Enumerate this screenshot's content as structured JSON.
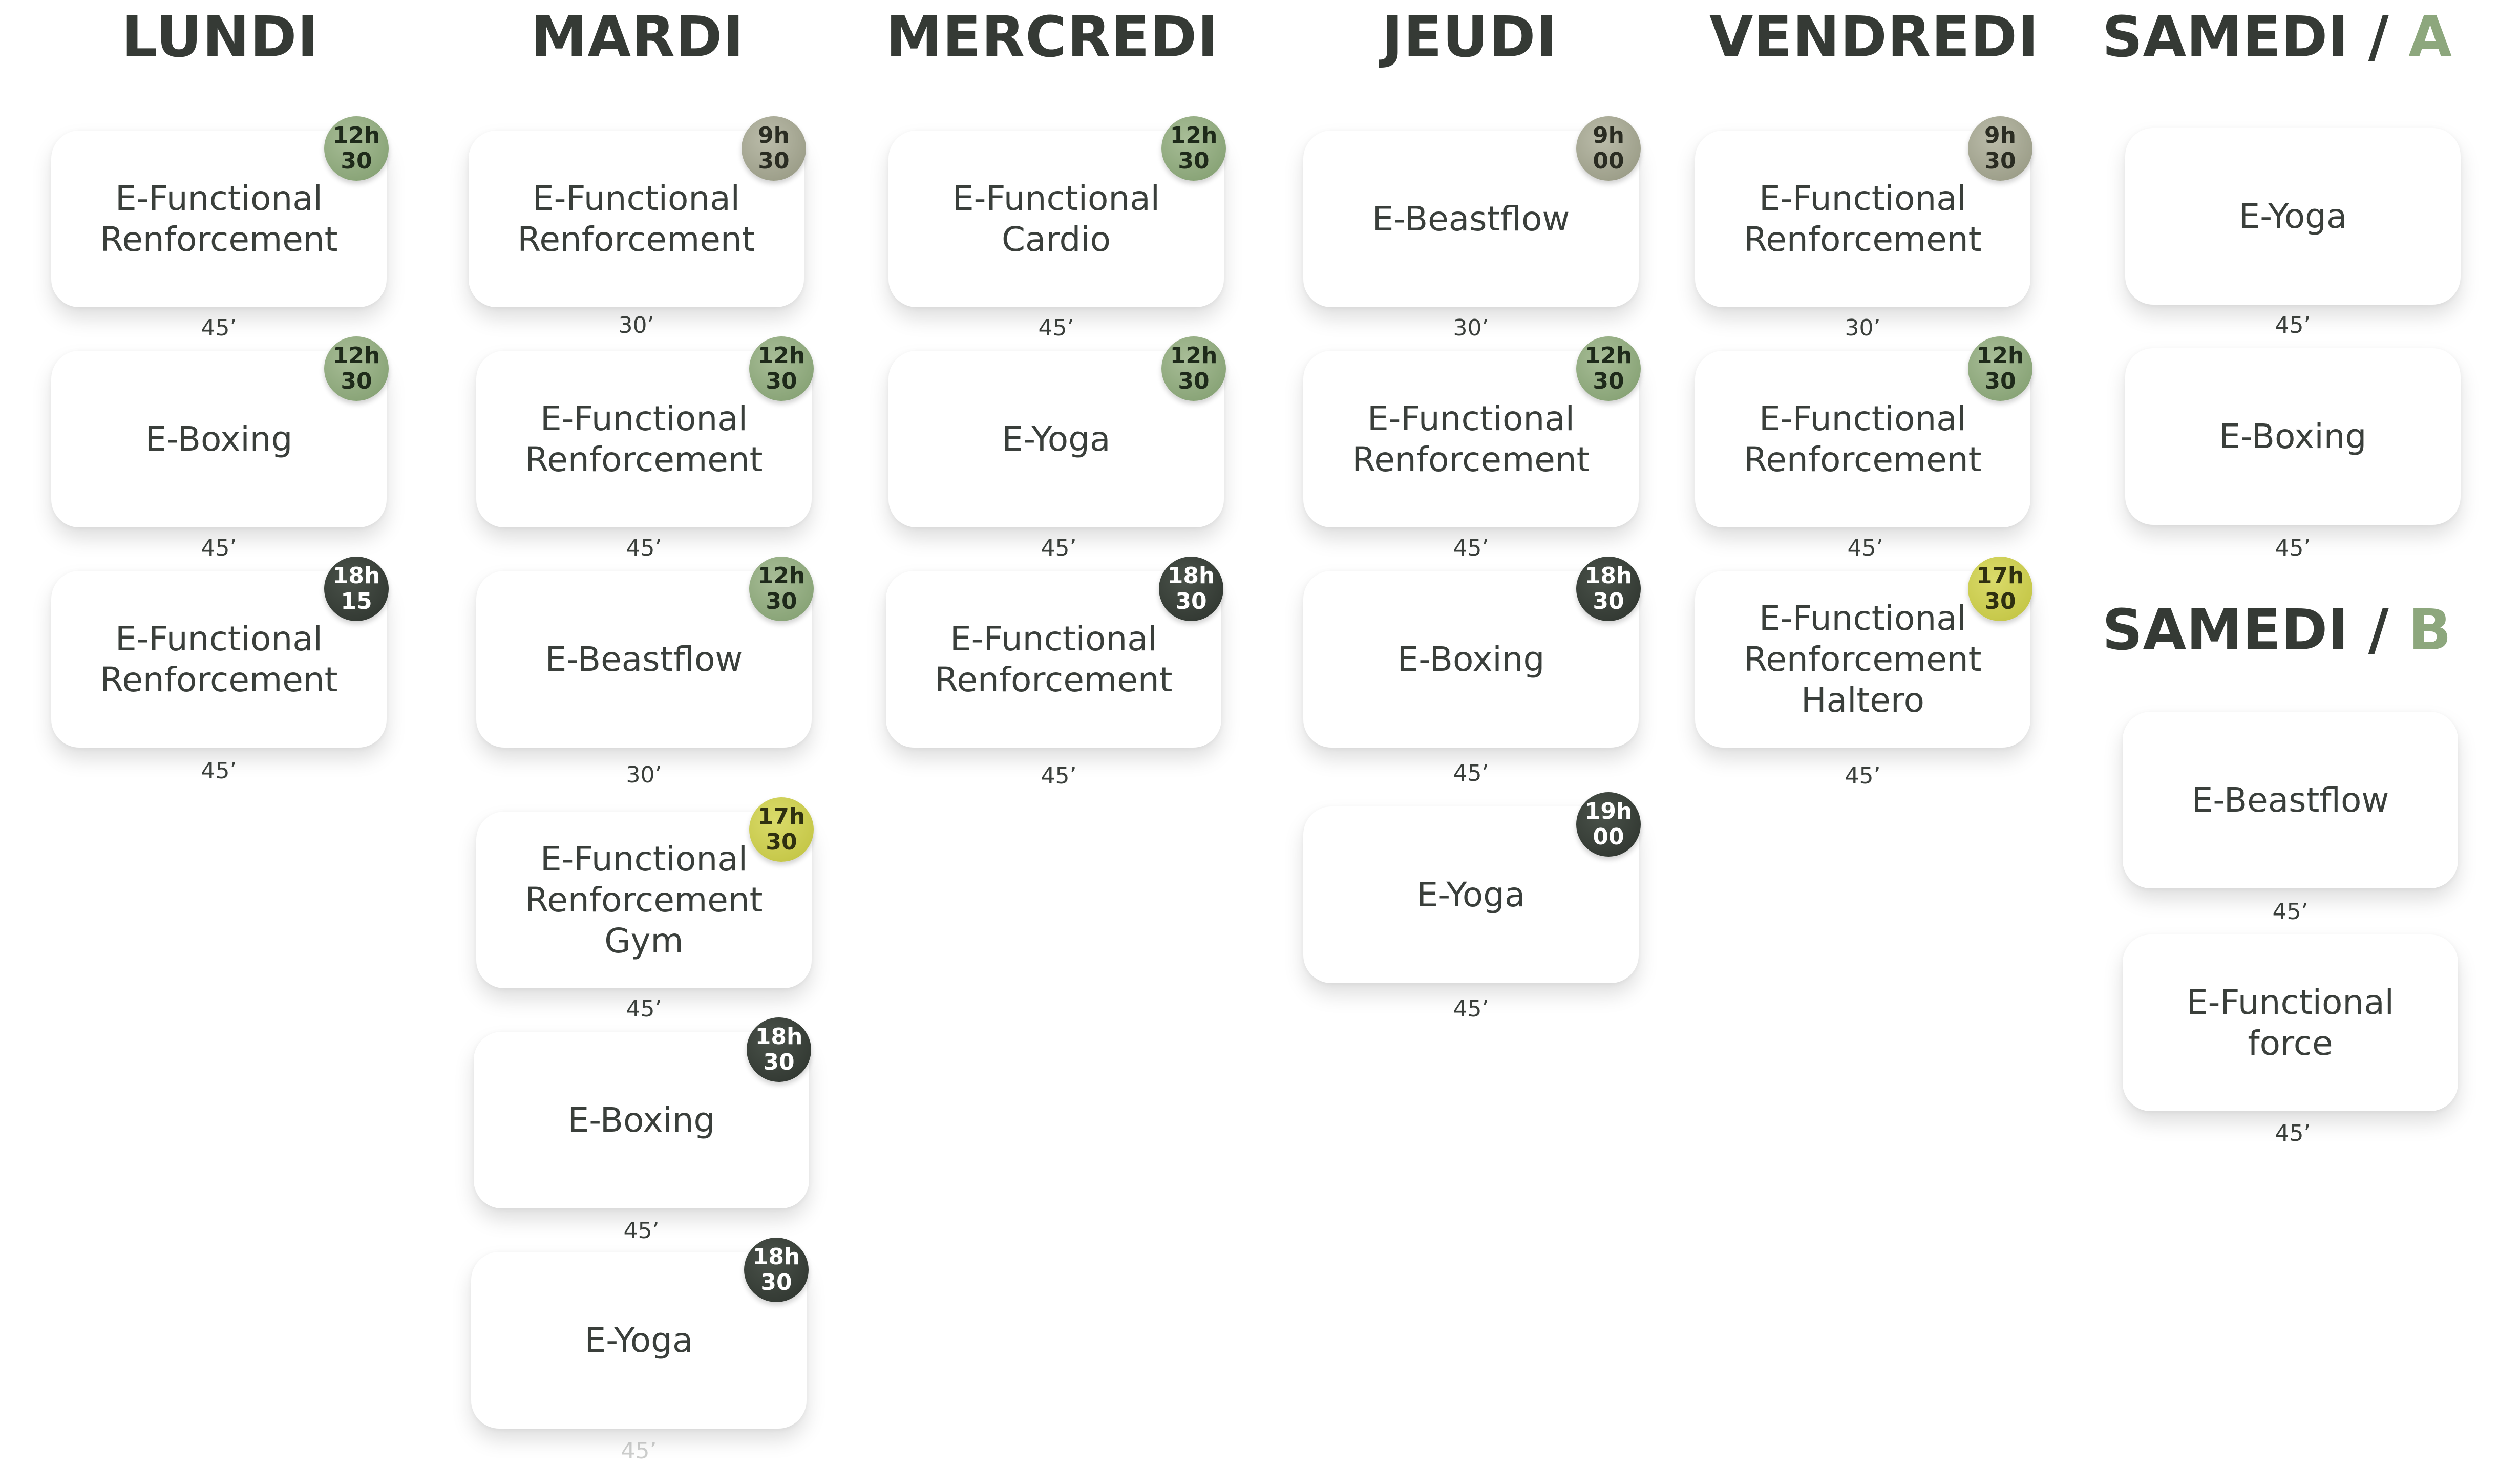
{
  "days": {
    "lundi": "LUNDI",
    "mardi": "MARDI",
    "mercredi": "MERCREDI",
    "jeudi": "JEUDI",
    "vendredi": "VENDREDI",
    "samedi_a": {
      "day": "SAMEDI",
      "slash": " / ",
      "letter": "A"
    },
    "samedi_b": {
      "day": "SAMEDI",
      "slash": " / ",
      "letter": "B"
    }
  },
  "badge_colors": {
    "green": "#8da77d",
    "grey": "#a5a791",
    "dark": "#353a35",
    "yellow": "#cfd04f"
  },
  "lundi": [
    {
      "title": "E-Functional\nRenforcement",
      "time_h": "12h",
      "time_m": "30",
      "badge": "green",
      "duration": "45’"
    },
    {
      "title": "E-Boxing",
      "time_h": "12h",
      "time_m": "30",
      "badge": "green",
      "duration": "45’"
    },
    {
      "title": "E-Functional\nRenforcement",
      "time_h": "18h",
      "time_m": "15",
      "badge": "dark",
      "duration": "45’"
    }
  ],
  "mardi": [
    {
      "title": "E-Functional\nRenforcement",
      "time_h": "9h",
      "time_m": "30",
      "badge": "grey",
      "duration": "30’"
    },
    {
      "title": "E-Functional\nRenforcement",
      "time_h": "12h",
      "time_m": "30",
      "badge": "green",
      "duration": "45’"
    },
    {
      "title": "E-Beastflow",
      "time_h": "12h",
      "time_m": "30",
      "badge": "green",
      "duration": "30’"
    },
    {
      "title": "E-Functional\nRenforcement\nGym",
      "time_h": "17h",
      "time_m": "30",
      "badge": "yellow",
      "duration": "45’"
    },
    {
      "title": "E-Boxing",
      "time_h": "18h",
      "time_m": "30",
      "badge": "dark",
      "duration": "45’"
    },
    {
      "title": "E-Yoga",
      "time_h": "18h",
      "time_m": "30",
      "badge": "dark",
      "duration": "45’"
    }
  ],
  "mercredi": [
    {
      "title": "E-Functional\nCardio",
      "time_h": "12h",
      "time_m": "30",
      "badge": "green",
      "duration": "45’"
    },
    {
      "title": "E-Yoga",
      "time_h": "12h",
      "time_m": "30",
      "badge": "green",
      "duration": "45’"
    },
    {
      "title": "E-Functional\nRenforcement",
      "time_h": "18h",
      "time_m": "30",
      "badge": "dark",
      "duration": "45’"
    }
  ],
  "jeudi": [
    {
      "title": "E-Beastflow",
      "time_h": "9h",
      "time_m": "00",
      "badge": "grey",
      "duration": "30’"
    },
    {
      "title": "E-Functional\nRenforcement",
      "time_h": "12h",
      "time_m": "30",
      "badge": "green",
      "duration": "45’"
    },
    {
      "title": "E-Boxing",
      "time_h": "18h",
      "time_m": "30",
      "badge": "dark",
      "duration": "45’"
    },
    {
      "title": "E-Yoga",
      "time_h": "19h",
      "time_m": "00",
      "badge": "dark",
      "duration": "45’"
    }
  ],
  "vendredi": [
    {
      "title": "E-Functional\nRenforcement",
      "time_h": "9h",
      "time_m": "30",
      "badge": "grey",
      "duration": "30’"
    },
    {
      "title": "E-Functional\nRenforcement",
      "time_h": "12h",
      "time_m": "30",
      "badge": "green",
      "duration": "45’"
    },
    {
      "title": "E-Functional\nRenforcement\nHaltero",
      "time_h": "17h",
      "time_m": "30",
      "badge": "yellow",
      "duration": "45’"
    }
  ],
  "samedi_a": [
    {
      "title": "E-Yoga",
      "duration": "45’"
    },
    {
      "title": "E-Boxing",
      "duration": "45’"
    }
  ],
  "samedi_b": [
    {
      "title": "E-Beastflow",
      "duration": "45’"
    },
    {
      "title": "E-Functional\nforce",
      "duration": "45’"
    }
  ]
}
